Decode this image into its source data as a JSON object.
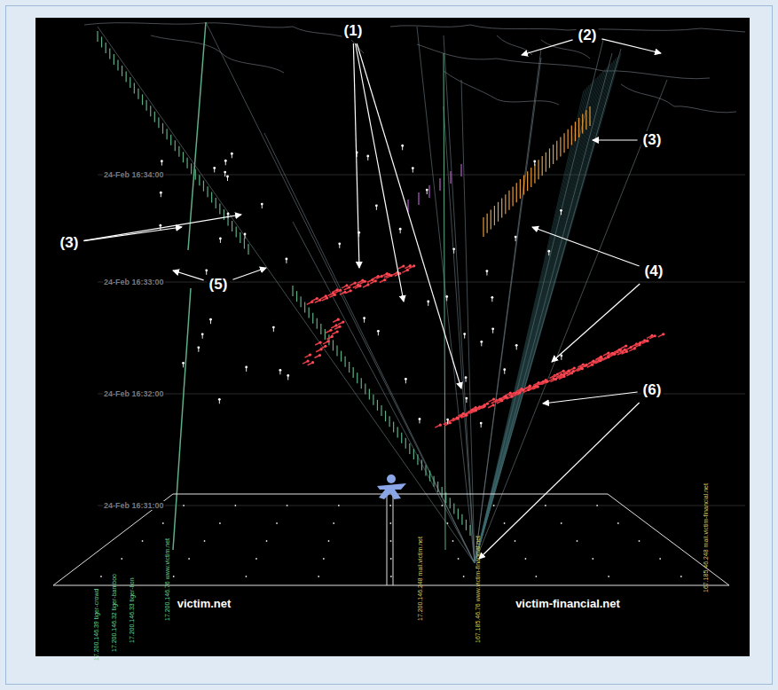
{
  "diagram": {
    "labels": [
      "(1)",
      "(2)",
      "(3)",
      "(3)",
      "(4)",
      "(5)",
      "(6)",
      "24-Feb 16:34:00",
      "24-Feb 16:33:00",
      "24-Feb 16:32:00",
      "24-Feb 16:31:00",
      "victim.net",
      "victim-financial.net",
      "17.200.146.39 tiger-crowd",
      "17.200.146.32 tiger-bamboo",
      "17.200.146.33 tiger-lion",
      "17.200.146.76 www.victim.net",
      "17.200.146.248 mail.victim.net",
      "167.185.46.76 www.victim-financial.net",
      "167.185.46.248 mail.victim-financial.net"
    ]
  }
}
